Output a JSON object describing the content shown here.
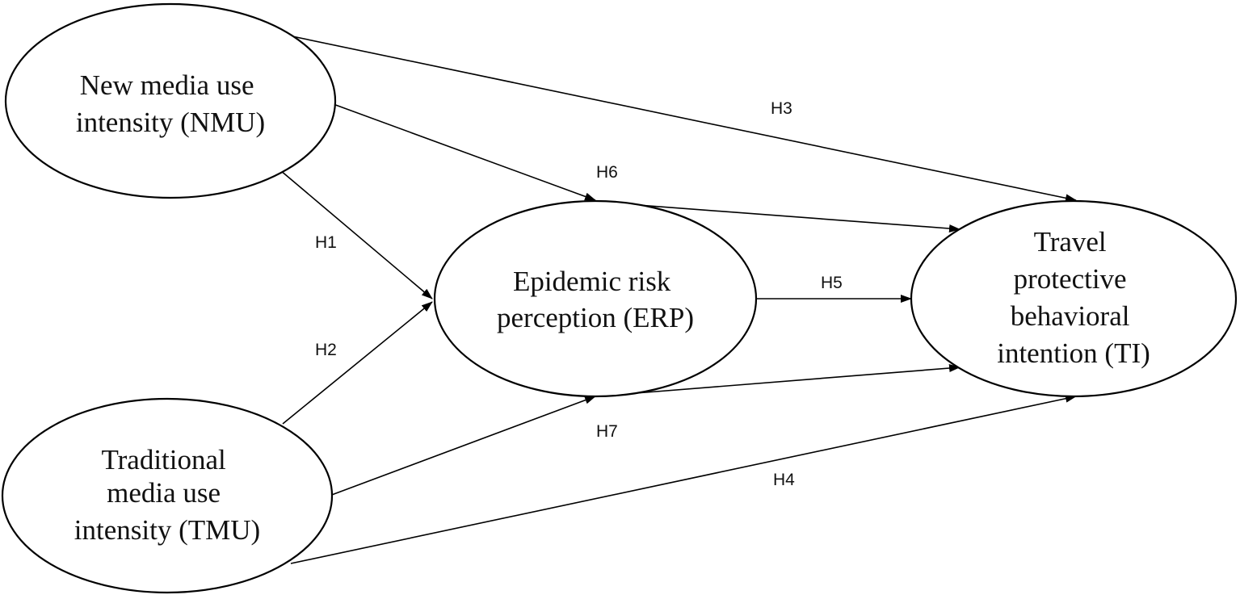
{
  "diagram": {
    "nodes": {
      "nmu": {
        "lines": [
          "New media use",
          "intensity (NMU)"
        ]
      },
      "tmu": {
        "lines": [
          "Traditional",
          "media use",
          "intensity (TMU)"
        ]
      },
      "erp": {
        "lines": [
          "Epidemic risk",
          "perception (ERP)"
        ]
      },
      "ti": {
        "lines": [
          "Travel",
          "protective",
          "behavioral",
          "intention (TI)"
        ]
      }
    },
    "edges": {
      "h1": {
        "label": "H1",
        "from": "nmu",
        "to": "erp"
      },
      "h2": {
        "label": "H2",
        "from": "tmu",
        "to": "erp"
      },
      "h3": {
        "label": "H3",
        "from": "nmu",
        "to": "ti"
      },
      "h4": {
        "label": "H4",
        "from": "tmu",
        "to": "ti"
      },
      "h5": {
        "label": "H5",
        "from": "erp",
        "to": "ti"
      },
      "h6": {
        "label": "H6",
        "from": "nmu",
        "to": "erp-ti path"
      },
      "h7": {
        "label": "H7",
        "from": "tmu",
        "to": "erp-ti path"
      }
    },
    "colors": {
      "line": "#000000",
      "background": "#ffffff"
    }
  }
}
